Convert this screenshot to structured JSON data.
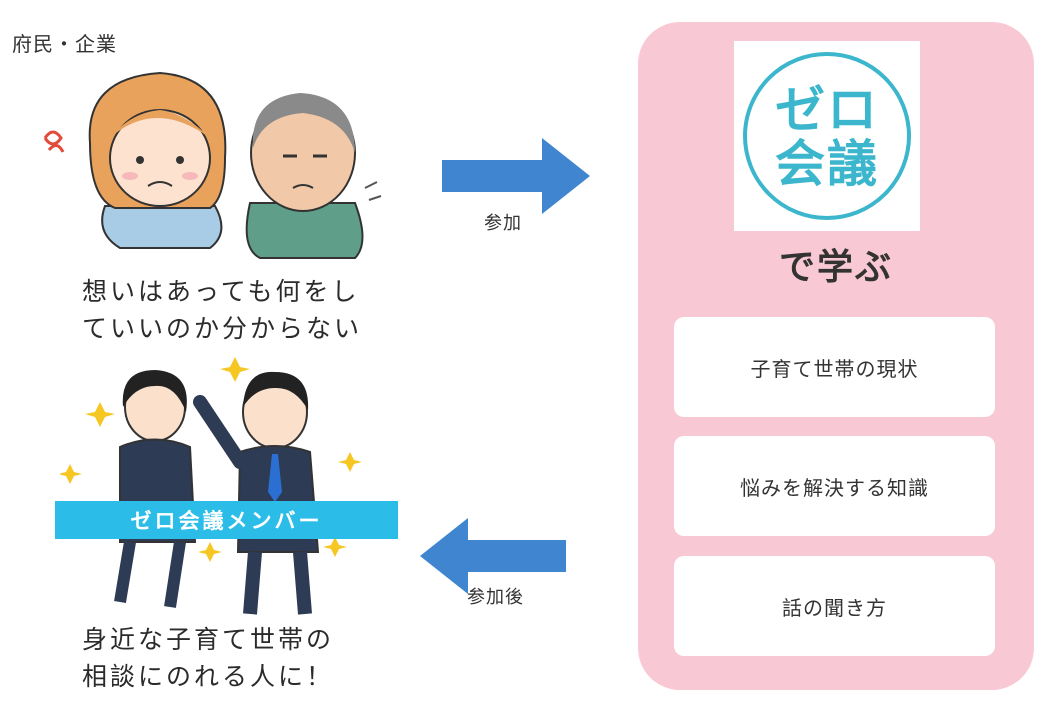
{
  "top_label": "府民・企業",
  "before_text": [
    "想いはあっても何をし",
    "ていいのか分からない"
  ],
  "arrow_in_label": "参加",
  "arrow_out_label": "参加後",
  "logo": {
    "line1": "ゼロ",
    "line2": "会議",
    "color": "#3bb6cc"
  },
  "learn_title": "で学ぶ",
  "topics": [
    "子育て世帯の現状",
    "悩みを解決する知識",
    "話の聞き方"
  ],
  "member_banner": "ゼロ会議メンバー",
  "after_text": [
    "身近な子育て世帯の",
    "相談にのれる人に！"
  ],
  "colors": {
    "panel": "#f9c8d5",
    "arrow": "#3f85cf",
    "banner": "#2bbde7"
  }
}
